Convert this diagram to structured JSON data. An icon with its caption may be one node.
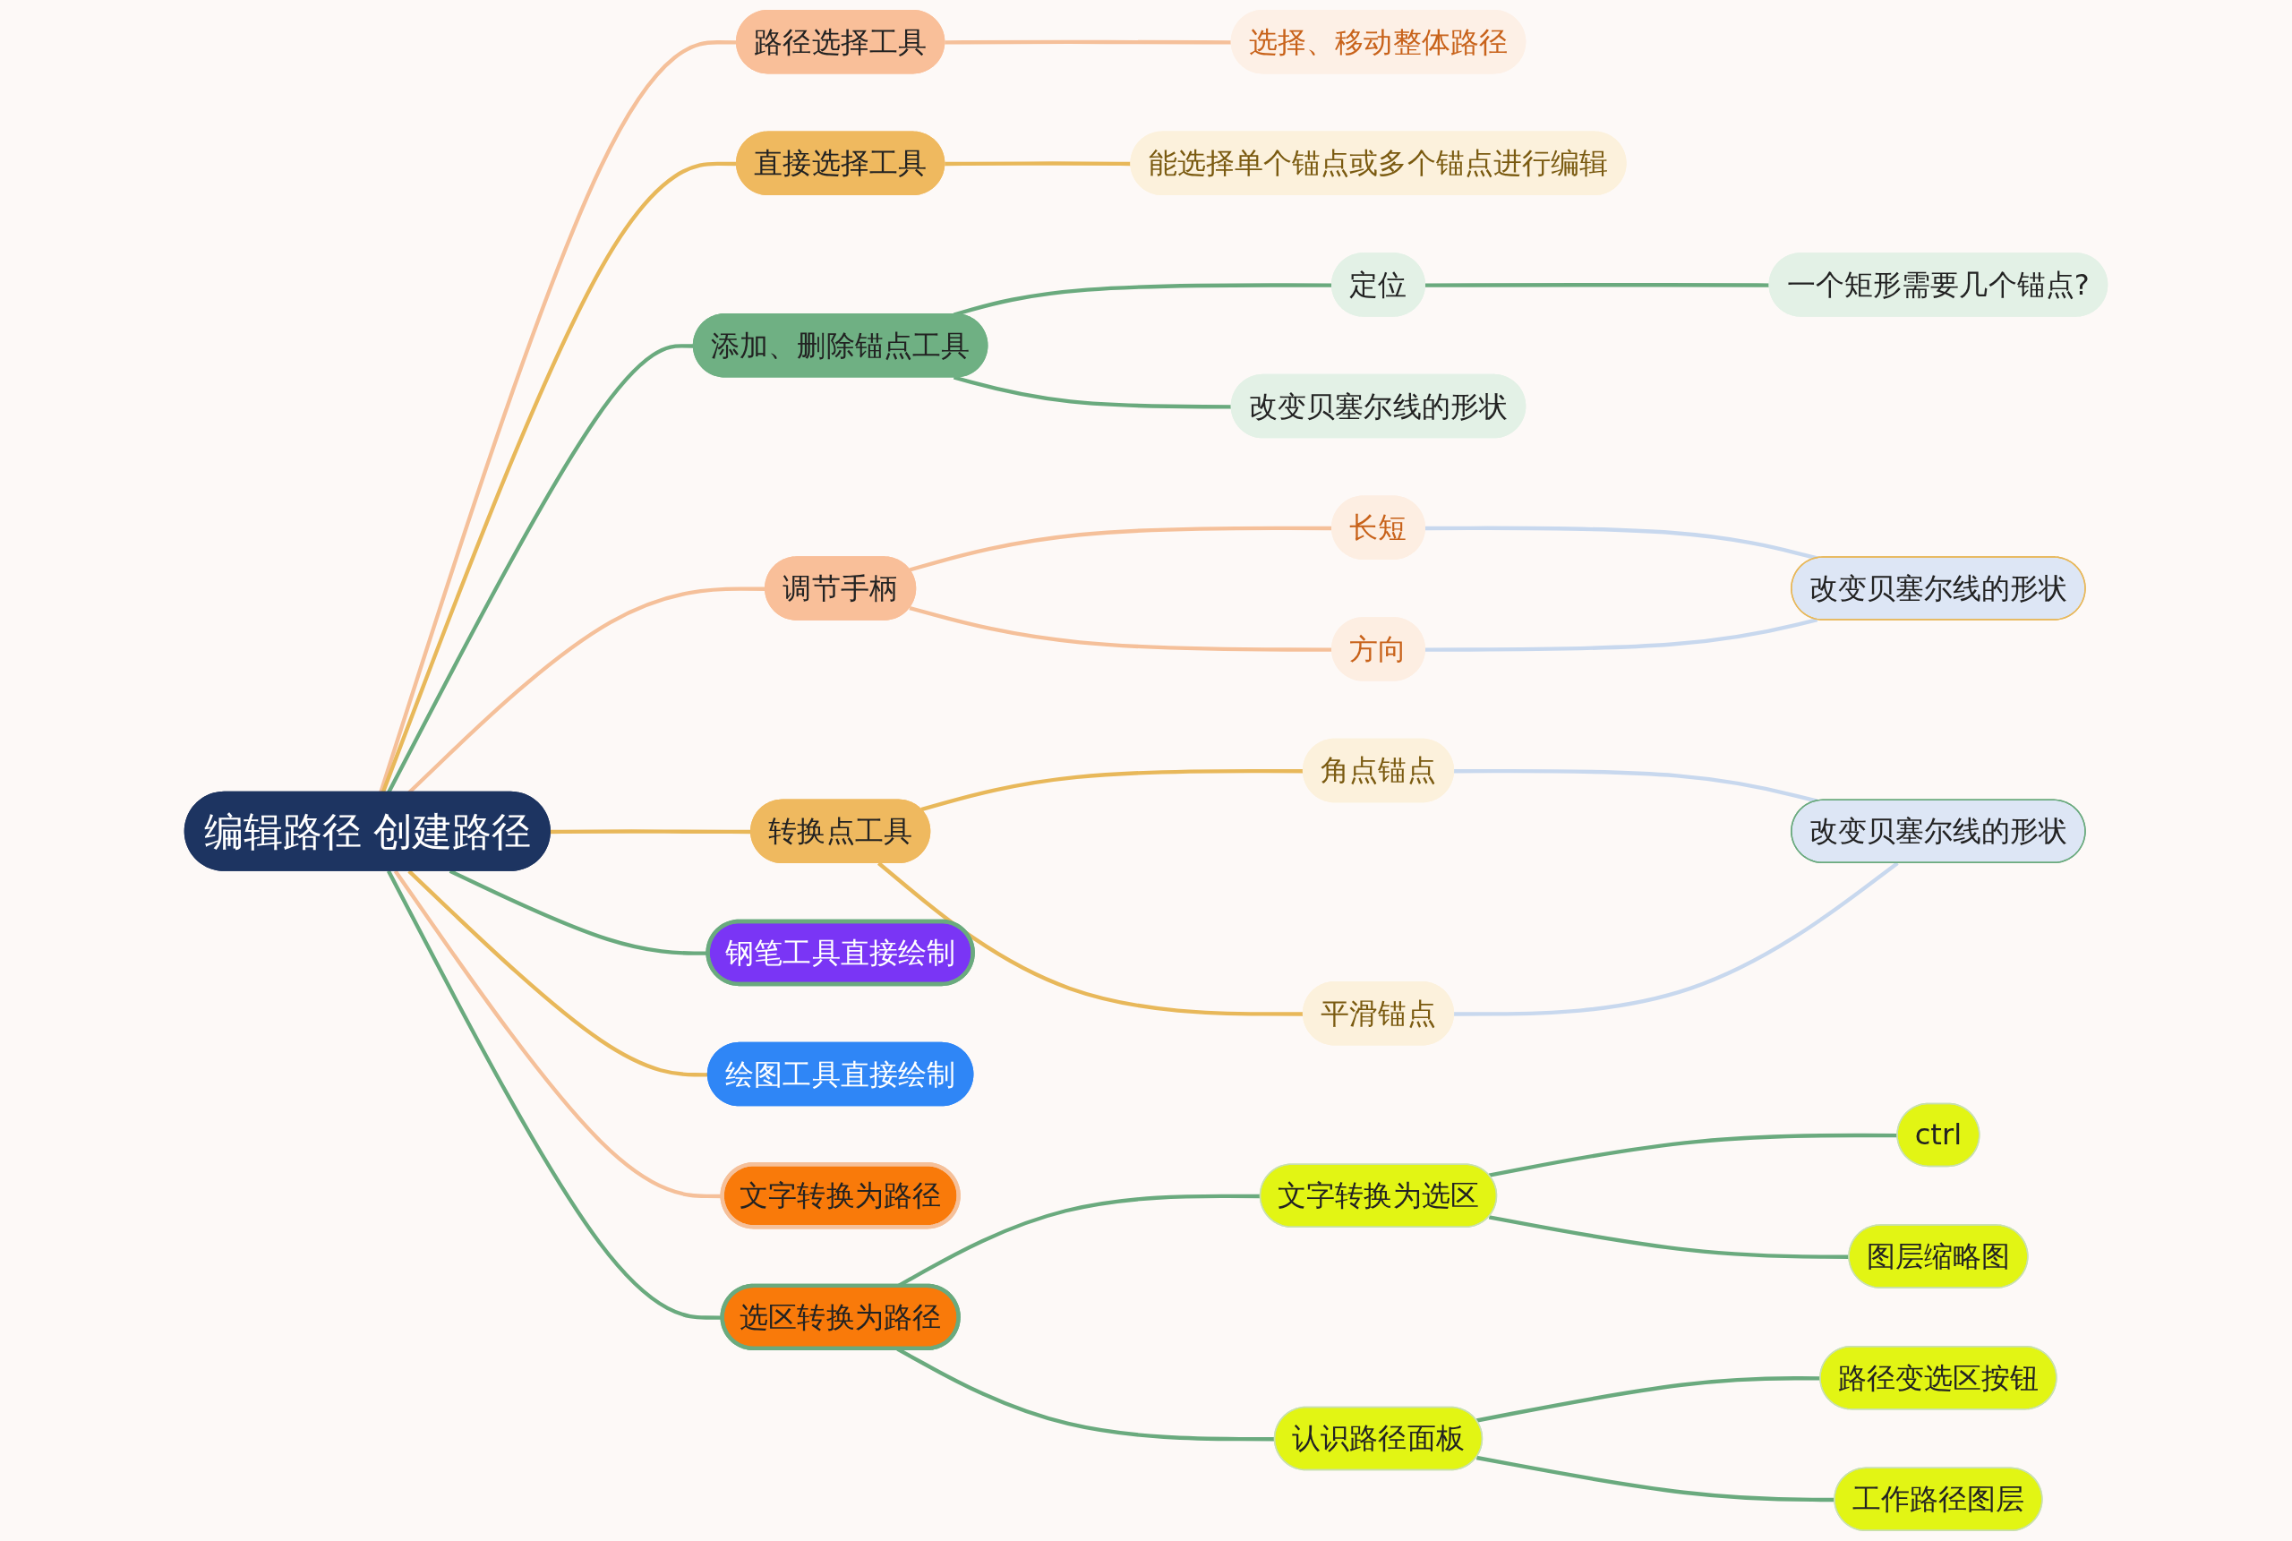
{
  "diagram": {
    "nodes": [
      {
        "text": [
          "编辑路径  创建路径"
        ]
      },
      {
        "text": [
          "路径选择工具"
        ]
      },
      {
        "text": [
          "选择、移动整体路径"
        ]
      },
      {
        "text": [
          "直接选择工具"
        ]
      },
      {
        "text": [
          "能选择单个锚点或多个锚点进行编辑"
        ]
      },
      {
        "text": [
          "添加、删除锚点工具"
        ]
      },
      {
        "text": [
          "定位"
        ]
      },
      {
        "text": [
          "一个矩形需要几个锚点?"
        ]
      },
      {
        "text": [
          "改变贝塞尔线的形状"
        ]
      },
      {
        "text": [
          "调节手柄"
        ]
      },
      {
        "text": [
          "长短"
        ]
      },
      {
        "text": [
          "方向"
        ]
      },
      {
        "text": [
          "改变贝塞尔线的形状"
        ]
      },
      {
        "text": [
          "转换点工具"
        ]
      },
      {
        "text": [
          "角点锚点"
        ]
      },
      {
        "text": [
          "平滑锚点"
        ]
      },
      {
        "text": [
          "改变贝塞尔线的形状"
        ]
      },
      {
        "text": [
          "钢笔工具直接绘制"
        ]
      },
      {
        "text": [
          "绘图工具直接绘制"
        ]
      },
      {
        "text": [
          "文字转换为路径"
        ]
      },
      {
        "text": [
          "选区转换为路径"
        ]
      },
      {
        "text": [
          "文字转换为选区"
        ]
      },
      {
        "text": [
          "ctrl"
        ]
      },
      {
        "text": [
          "图层缩略图"
        ]
      },
      {
        "text": [
          "认识路径面板"
        ]
      },
      {
        "text": [
          "路径变选区按钮"
        ]
      },
      {
        "text": [
          "工作路径图层"
        ]
      }
    ],
    "edges": [
      {
        "from": 0,
        "to": 1,
        "arrow": "none",
        "color": "#f5c09a"
      },
      {
        "from": 1,
        "to": 2,
        "arrow": "none",
        "color": "#f5c09a"
      },
      {
        "from": 0,
        "to": 3,
        "arrow": "none",
        "color": "#e8b85a"
      },
      {
        "from": 3,
        "to": 4,
        "arrow": "none",
        "color": "#e8b85a"
      },
      {
        "from": 0,
        "to": 5,
        "arrow": "none"
      },
      {
        "from": 5,
        "to": 6,
        "arrow": "none"
      },
      {
        "from": 6,
        "to": 7,
        "arrow": "none"
      },
      {
        "from": 5,
        "to": 8,
        "arrow": "none"
      },
      {
        "from": 0,
        "to": 9,
        "arrow": "none",
        "color": "#f5c09a"
      },
      {
        "from": 9,
        "to": 10,
        "arrow": "none",
        "color": "#f5c09a"
      },
      {
        "from": 9,
        "to": 11,
        "arrow": "none",
        "color": "#f5c09a"
      },
      {
        "from": 10,
        "to": 12,
        "arrow": "none",
        "color": "#c8d8ee"
      },
      {
        "from": 11,
        "to": 12,
        "arrow": "none",
        "color": "#c8d8ee"
      },
      {
        "from": 0,
        "to": 13,
        "arrow": "none",
        "color": "#e8b85a"
      },
      {
        "from": 13,
        "to": 14,
        "arrow": "none",
        "color": "#e8b85a"
      },
      {
        "from": 13,
        "to": 15,
        "arrow": "none",
        "color": "#e8b85a"
      },
      {
        "from": 14,
        "to": 16,
        "arrow": "none",
        "color": "#c8d8ee"
      },
      {
        "from": 15,
        "to": 16,
        "arrow": "none",
        "color": "#c8d8ee"
      },
      {
        "from": 0,
        "to": 17,
        "arrow": "none"
      },
      {
        "from": 0,
        "to": 18,
        "arrow": "none",
        "color": "#e8b85a"
      },
      {
        "from": 0,
        "to": 19,
        "arrow": "none",
        "color": "#f5c09a"
      },
      {
        "from": 0,
        "to": 20,
        "arrow": "none"
      },
      {
        "from": 20,
        "to": 21,
        "arrow": "none"
      },
      {
        "from": 21,
        "to": 22,
        "arrow": "none"
      },
      {
        "from": 21,
        "to": 23,
        "arrow": "none"
      },
      {
        "from": 20,
        "to": 24,
        "arrow": "none"
      },
      {
        "from": 24,
        "to": 25,
        "arrow": "none"
      },
      {
        "from": 24,
        "to": 26,
        "arrow": "none"
      }
    ]
  }
}
